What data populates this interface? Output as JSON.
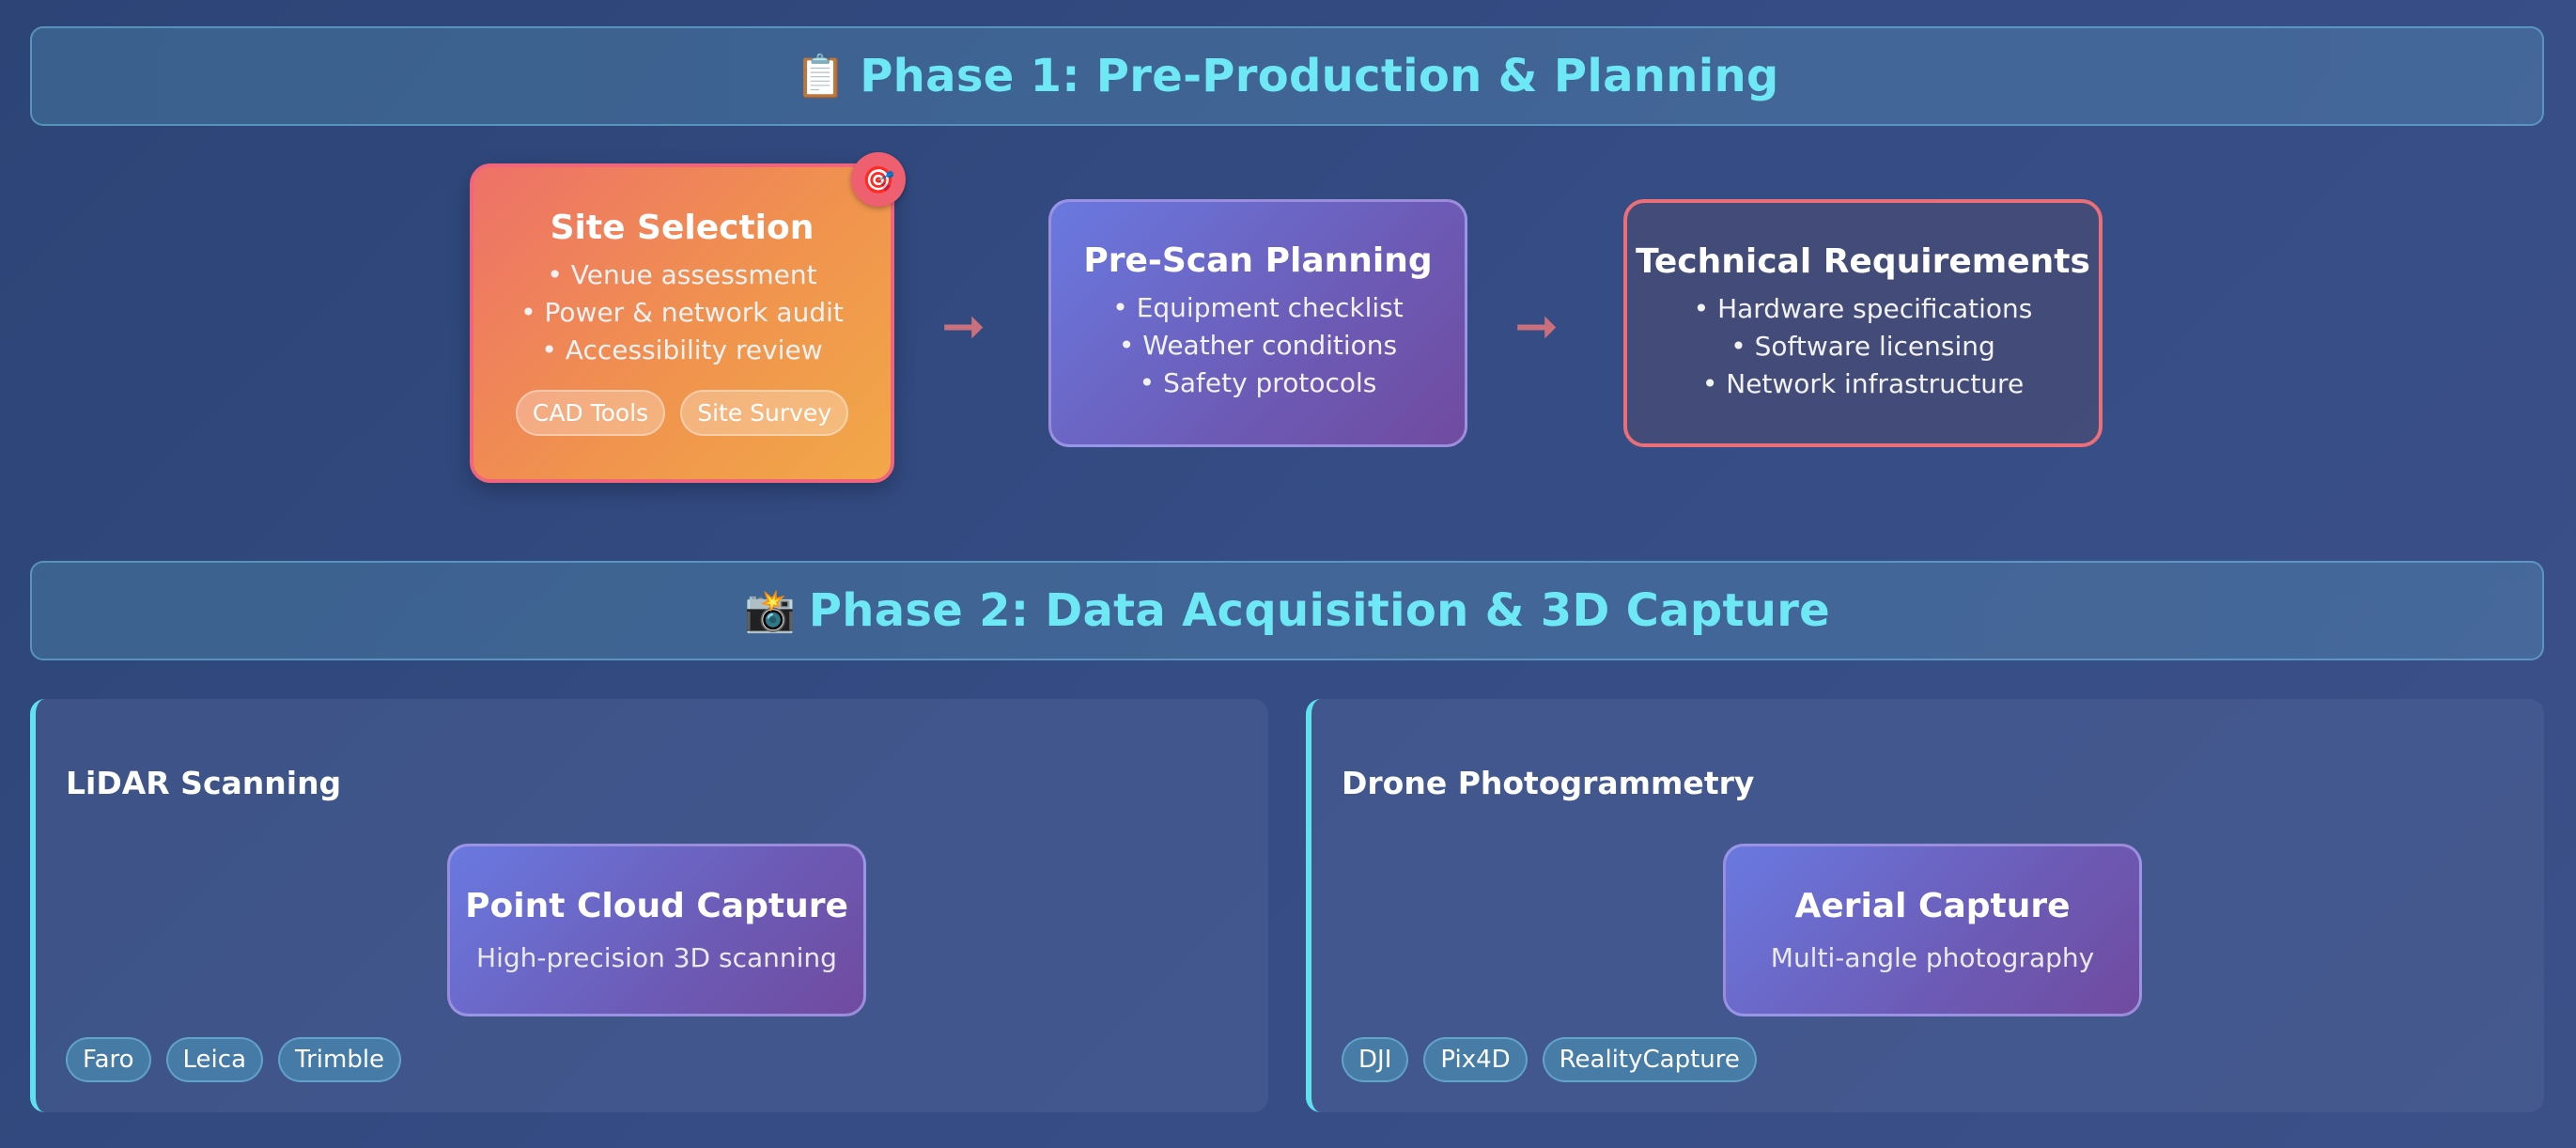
{
  "phase1": {
    "emoji": "📋",
    "title": "Phase 1: Pre-Production & Planning",
    "badge_emoji": "🎯",
    "site_selection": {
      "title": "Site Selection",
      "bullets": [
        "• Venue assessment",
        "• Power & network audit",
        "• Accessibility review"
      ],
      "tags": [
        "CAD Tools",
        "Site Survey"
      ]
    },
    "arrow_1": "➞",
    "pre_scan": {
      "title": "Pre-Scan Planning",
      "bullets": [
        "• Equipment checklist",
        "• Weather conditions",
        "• Safety protocols"
      ]
    },
    "arrow_2": "➞",
    "tech_req": {
      "title": "Technical Requirements",
      "bullets": [
        "• Hardware specifications",
        "• Software licensing",
        "• Network infrastructure"
      ]
    }
  },
  "phase2": {
    "emoji": "📸",
    "title": "Phase 2: Data Acquisition & 3D Capture",
    "lidar": {
      "title": "LiDAR Scanning",
      "node_title": "Point Cloud Capture",
      "node_desc": "High-precision 3D scanning",
      "tags": [
        "Faro",
        "Leica",
        "Trimble"
      ]
    },
    "drone": {
      "title": "Drone Photogrammetry",
      "node_title": "Aerial Capture",
      "node_desc": "Multi-angle photography",
      "tags": [
        "DJI",
        "Pix4D",
        "RealityCapture"
      ]
    }
  },
  "colors": {
    "accent_cyan": "#6ee8f5",
    "site_selection_gradient_start": "#ee7168",
    "site_selection_gradient_end": "#f2a848",
    "node_purple": "#6c5bb6",
    "tech_border": "#ea6f78"
  }
}
